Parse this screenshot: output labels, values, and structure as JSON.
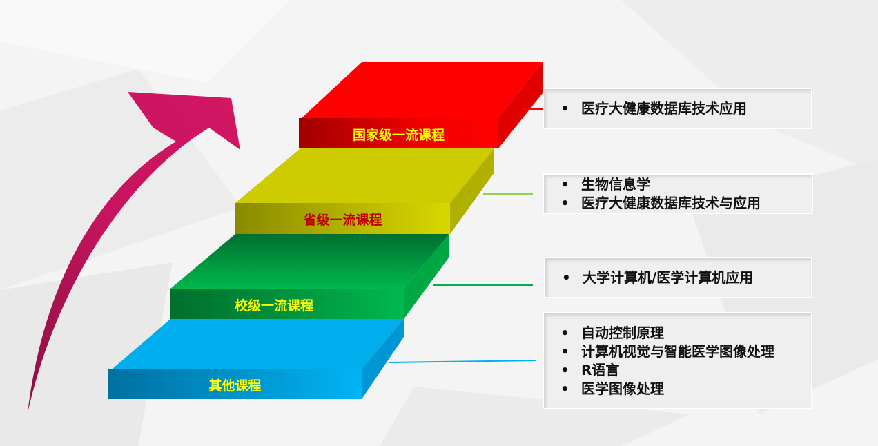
{
  "steps": [
    {
      "label": "国家级一流课程",
      "color": "#ff0000",
      "label_color": "#ffff00",
      "items": [
        "医疗大健康数据库技术应用"
      ]
    },
    {
      "label": "省级一流课程",
      "color": "#cccc00",
      "label_color": "#c00000",
      "items": [
        "生物信息学",
        "医疗大健康数据库技术与应用"
      ]
    },
    {
      "label": "校级一流课程",
      "color": "#00b050",
      "label_color": "#ffff00",
      "items": [
        "大学计算机/医学计算机应用"
      ]
    },
    {
      "label": "其他课程",
      "color": "#00b0f0",
      "label_color": "#ffff00",
      "items": [
        "自动控制原理",
        "计算机视觉与智能医学图像处理",
        "R语言",
        "医学图像处理"
      ]
    }
  ],
  "bullet": "•",
  "arrow_color": "#d0145f"
}
